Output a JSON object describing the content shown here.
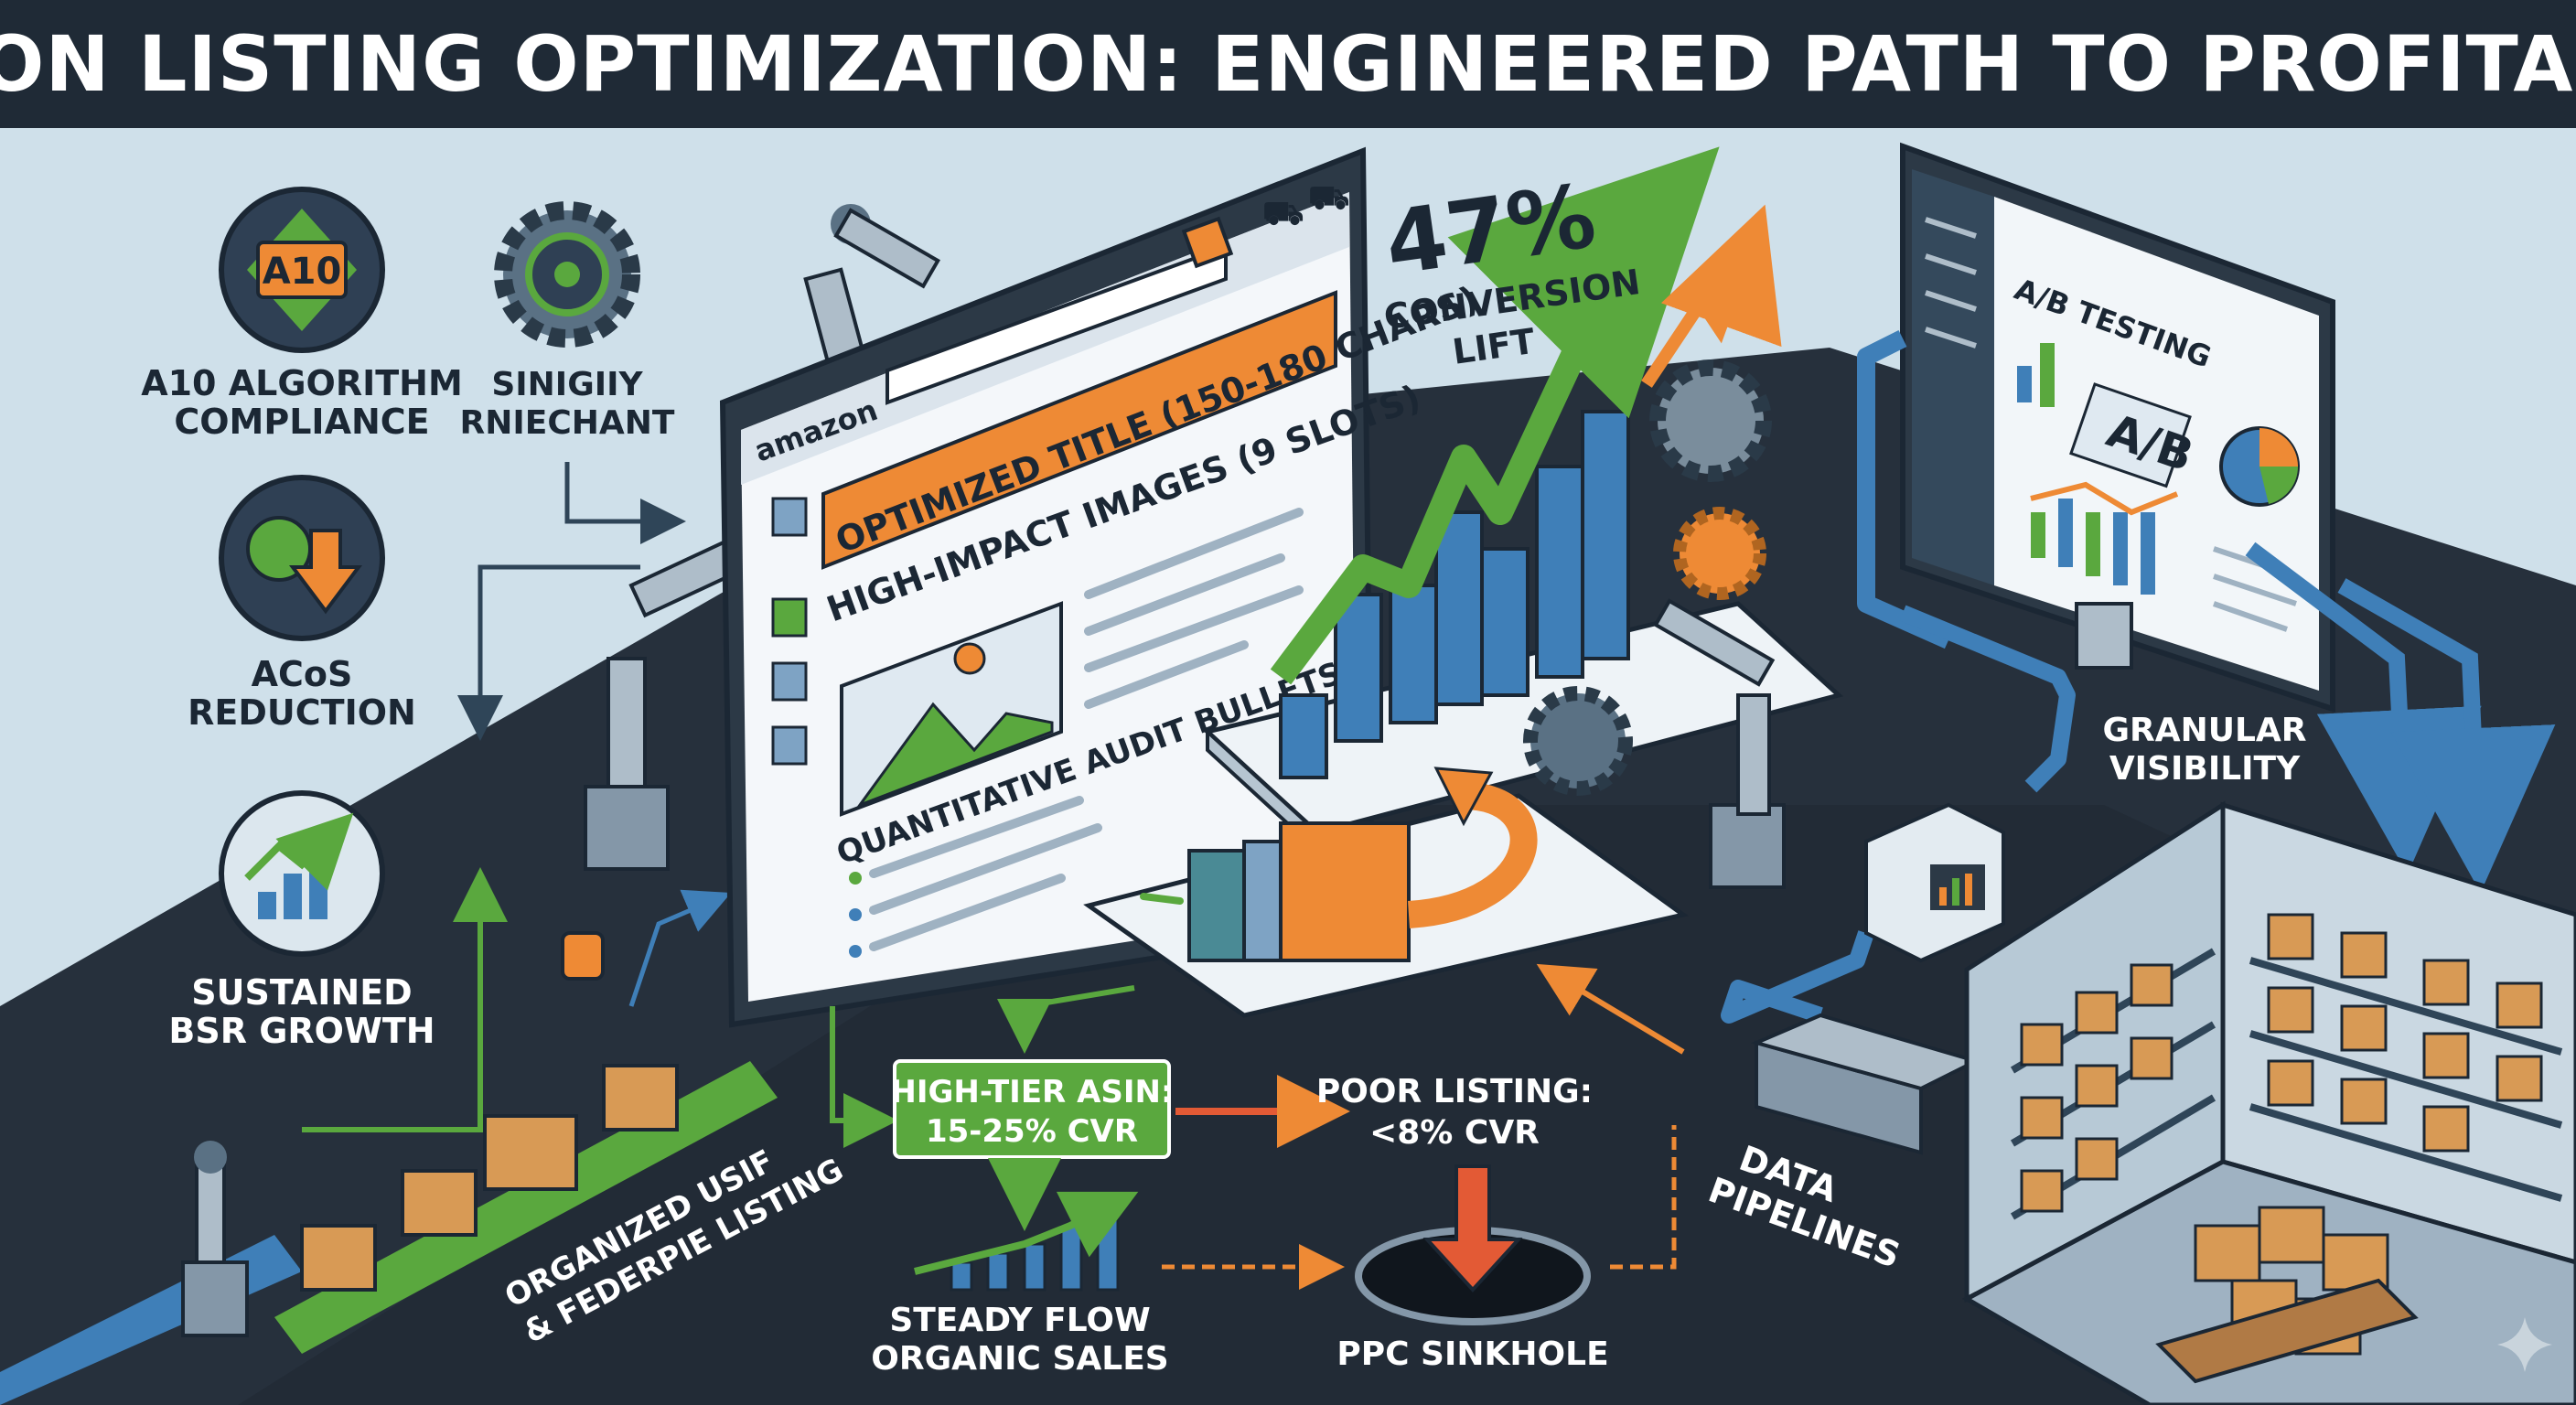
{
  "title": "AMAZON LISTING OPTIMIZATION: ENGINEERED PATH TO PROFITABILITY",
  "colors": {
    "background": "#cfe0ea",
    "floor": "#26303c",
    "title_bar": "#1f2a36",
    "accent_orange": "#ee8a35",
    "accent_green": "#5aa83e",
    "accent_blue": "#3f7fb8",
    "alert_red": "#e35a35"
  },
  "left_panel": {
    "a10": {
      "badge": "A10",
      "label_1": "A10 ALGORITHM",
      "label_2": "COMPLIANCE",
      "icon": "a10-badge-icon"
    },
    "gear": {
      "label_1": "SINIGIIY",
      "label_2": "RNIECHANT",
      "icon": "gear-target-icon"
    },
    "acos": {
      "label_1": "ACoS",
      "label_2": "REDUCTION",
      "icon": "down-arrow-icon"
    },
    "bsr": {
      "label_1": "SUSTAINED",
      "label_2": "BSR GROWTH",
      "icon": "rising-bars-icon"
    }
  },
  "listing": {
    "brand": "amazon",
    "title_banner": "OPTIMIZED TITLE (150-180 CHARS)",
    "images_heading": "HIGH-IMPACT IMAGES (9 SLOTS)",
    "bullets_heading": "QUANTITATIVE AUDIT BULLETS"
  },
  "conversion": {
    "value": "47%",
    "label_1": "CONVERSION",
    "label_2": "LIFT"
  },
  "ab_testing": {
    "heading": "A/B TESTING",
    "badge": "A/B"
  },
  "granular": {
    "label_1": "GRANULAR",
    "label_2": "VISIBILITY"
  },
  "pipelines": {
    "label_1": "DATA",
    "label_2": "PIPELINES"
  },
  "organized": {
    "label_1": "ORGANIZED USIF",
    "label_2": "& FEDERPIE LISTING"
  },
  "high_tier": {
    "label_1": "HIGH-TIER ASIN:",
    "label_2": "15-25% CVR"
  },
  "poor": {
    "label_1": "POOR LISTING:",
    "label_2": "<8% CVR"
  },
  "steady": {
    "label_1": "STEADY FLOW",
    "label_2": "ORGANIC SALES"
  },
  "sinkhole": {
    "label": "PPC SINKHOLE"
  }
}
